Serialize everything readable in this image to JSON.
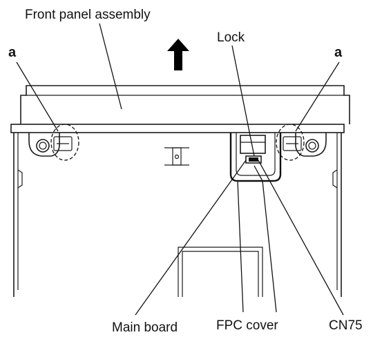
{
  "labels": {
    "front_panel": "Front panel assembly",
    "lock": "Lock",
    "a_left": "a",
    "a_right": "a",
    "main_board": "Main board",
    "fpc_cover": "FPC cover",
    "cn75": "CN75"
  },
  "colors": {
    "line": "#1a1a1a",
    "background": "#ffffff",
    "arrow": "#000000"
  },
  "icons": {
    "direction_arrow": "up-arrow"
  }
}
